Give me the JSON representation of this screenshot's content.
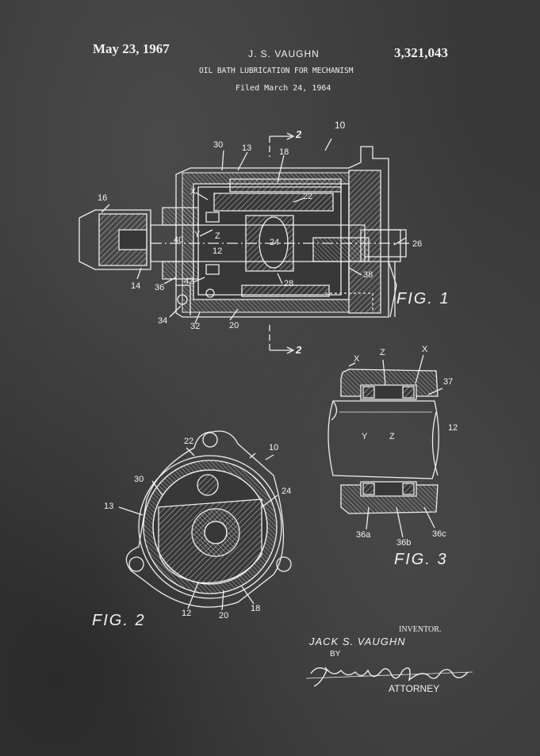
{
  "header": {
    "date": "May 23, 1967",
    "inventor_short": "J. S. VAUGHN",
    "patent_number": "3,321,043",
    "title": "OIL BATH LUBRICATION FOR MECHANISM",
    "filed": "Filed March 24, 1964"
  },
  "figures": {
    "fig1": {
      "caption": "FIG. 1",
      "section_marker": "2",
      "ref_numbers": [
        "10",
        "13",
        "30",
        "18",
        "22",
        "16",
        "X",
        "Y",
        "Z",
        "12",
        "40",
        "24",
        "26",
        "14",
        "36",
        "42",
        "28",
        "38",
        "34",
        "32",
        "20"
      ]
    },
    "fig2": {
      "caption": "FIG. 2",
      "ref_numbers": [
        "22",
        "10",
        "30",
        "24",
        "13",
        "12",
        "20",
        "18"
      ]
    },
    "fig3": {
      "caption": "FIG. 3",
      "ref_numbers": [
        "X",
        "Z",
        "X",
        "37",
        "Y",
        "Z",
        "12",
        "36a",
        "36b",
        "36c"
      ]
    }
  },
  "signature_block": {
    "inventor_label": "INVENTOR.",
    "inventor_name": "JACK S. VAUGHN",
    "by": "BY",
    "attorney_label": "ATTORNEY"
  },
  "colors": {
    "background": "#383838",
    "ink": "#f2f2f2"
  }
}
